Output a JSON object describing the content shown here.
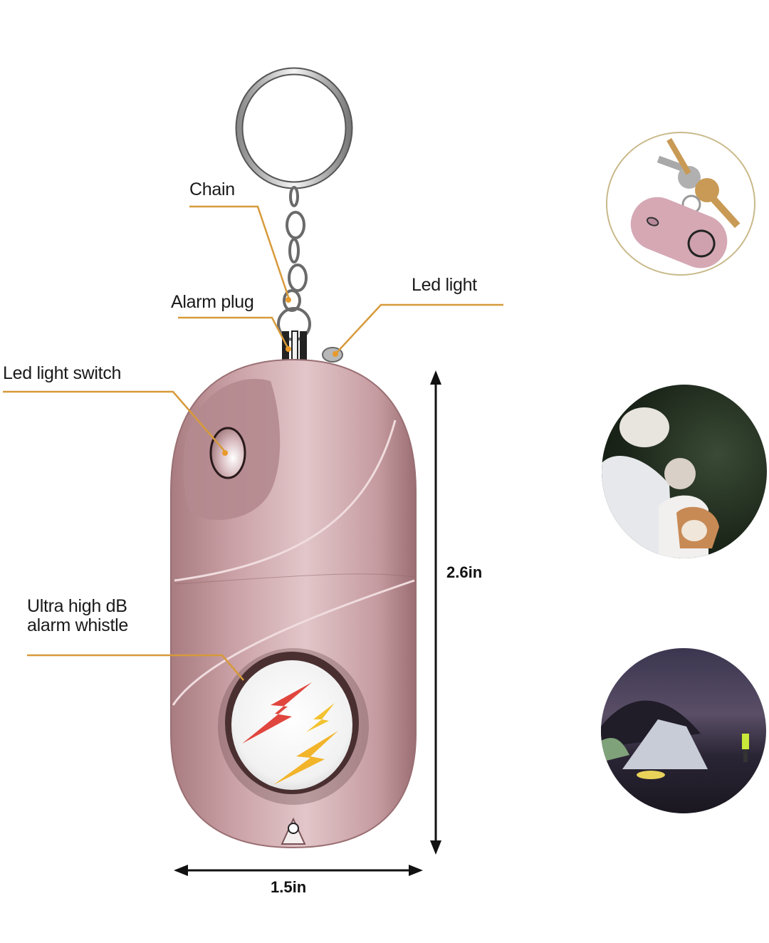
{
  "product": {
    "name": "Personal safety alarm keychain",
    "body_color": "#c9a2a6",
    "leader_line_color": "#d79a3a"
  },
  "callouts": [
    {
      "id": "chain",
      "label": "Chain"
    },
    {
      "id": "alarm-plug",
      "label": "Alarm plug"
    },
    {
      "id": "led-light",
      "label": "Led light"
    },
    {
      "id": "led-light-switch",
      "label": "Led light switch"
    },
    {
      "id": "alarm-whistle",
      "label_line1": "Ultra high dB",
      "label_line2": "alarm whistle"
    }
  ],
  "dimensions": {
    "height": "2.6in",
    "width": "1.5in"
  },
  "side_images": [
    {
      "id": "keys",
      "description": "Alarm attached to keys"
    },
    {
      "id": "elderly-couple",
      "description": "Elderly couple with corgi dog"
    },
    {
      "id": "camping",
      "description": "Tent at night with person wearing headlamp"
    }
  ]
}
